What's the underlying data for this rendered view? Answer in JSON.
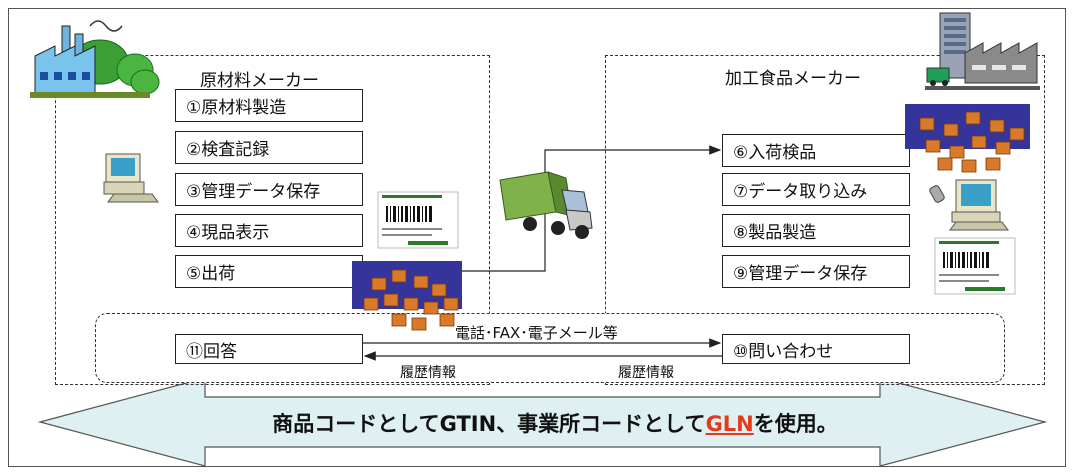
{
  "suppliers": {
    "title": "原材料メーカー",
    "steps": [
      "①原材料製造",
      "②検査記録",
      "③管理データ保存",
      "④現品表示",
      "⑤出荷"
    ]
  },
  "processor": {
    "title": "加工食品メーカー",
    "steps": [
      "⑥入荷検品",
      "⑦データ取り込み",
      "⑧製品製造",
      "⑨管理データ保存"
    ]
  },
  "communication": {
    "channel": "電話･FAX･電子メール等",
    "answer": "⑪回答",
    "inquiry": "⑩問い合わせ",
    "history_left": "履歴情報",
    "history_right": "履歴情報"
  },
  "banner": {
    "part1": "商品コードとして",
    "gtin": "GTIN",
    "part2": "、事業所コードとして",
    "gln": "GLN",
    "part3": "を使用。",
    "highlight_color": "#e23b1a",
    "arrow_color": "#dff0f2"
  }
}
